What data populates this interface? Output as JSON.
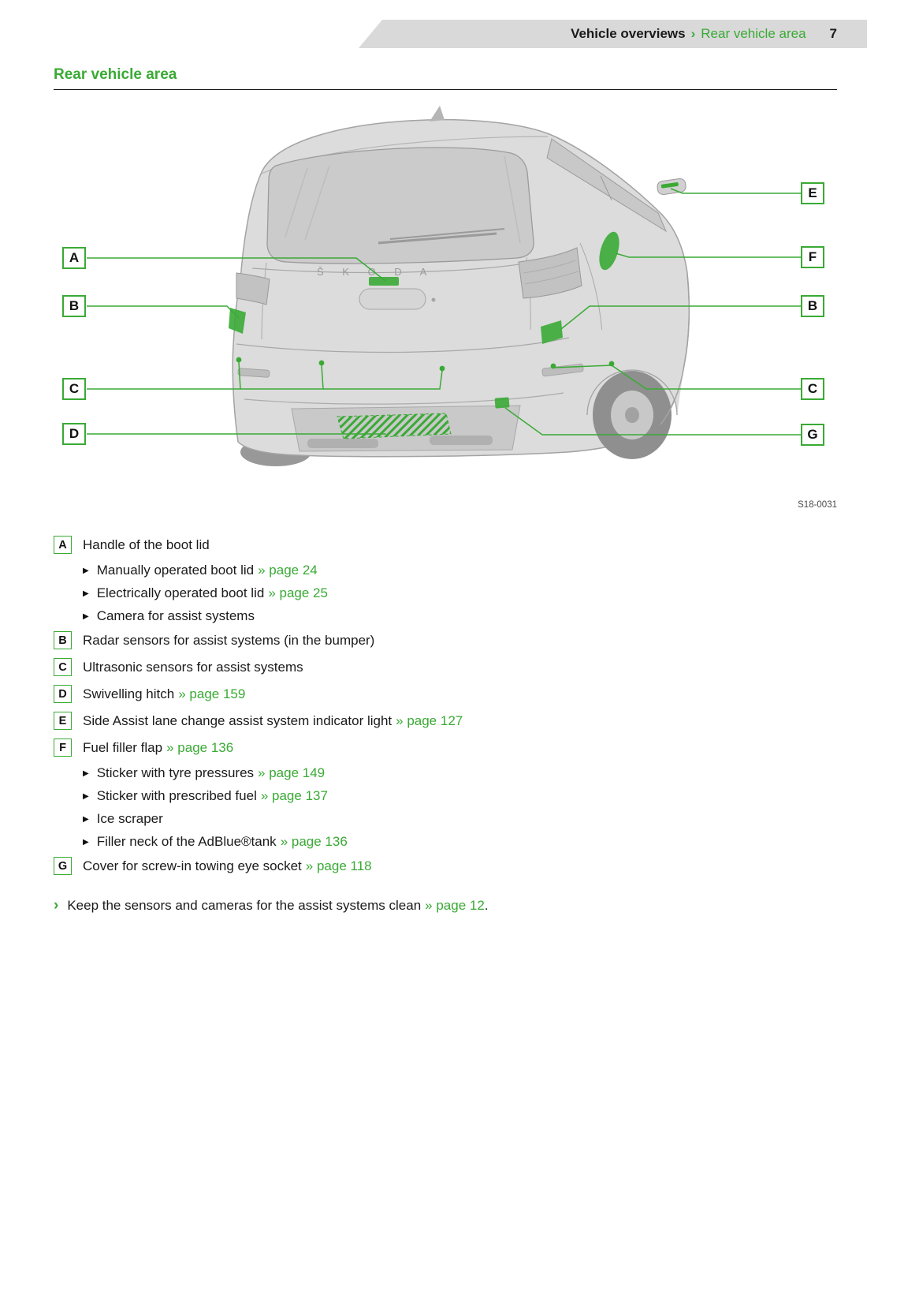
{
  "colors": {
    "accent": "#3aaa35",
    "banner_gray": "#d9d9d9"
  },
  "header": {
    "breadcrumb_bold": "Vehicle overviews",
    "separator": "›",
    "breadcrumb_green": "Rear vehicle area",
    "page_number": "7"
  },
  "title": "Rear vehicle area",
  "figure": {
    "image_code": "S18-0031",
    "brand_lettering": "Š K O D A",
    "callouts": [
      {
        "label": "A"
      },
      {
        "label": "B"
      },
      {
        "label": "C"
      },
      {
        "label": "D"
      },
      {
        "label": "E"
      },
      {
        "label": "F"
      },
      {
        "label": "B"
      },
      {
        "label": "C"
      },
      {
        "label": "G"
      }
    ]
  },
  "icons": {
    "sub_bullet": "▶",
    "note_bullet": "›"
  },
  "legend": {
    "items": [
      {
        "key": "A",
        "text": "Handle of the boot lid",
        "sub": [
          {
            "text": "Manually operated boot lid",
            "link": "» page 24"
          },
          {
            "text": "Electrically operated boot lid",
            "link": "» page 25"
          },
          {
            "text": "Camera for assist systems"
          }
        ]
      },
      {
        "key": "B",
        "text": "Radar sensors for assist systems (in the bumper)"
      },
      {
        "key": "C",
        "text": "Ultrasonic sensors for assist systems"
      },
      {
        "key": "D",
        "text": "Swivelling hitch",
        "link": "» page 159"
      },
      {
        "key": "E",
        "text": "Side Assist lane change assist system indicator light",
        "link": "» page 127"
      },
      {
        "key": "F",
        "text": "Fuel filler flap",
        "link": "» page 136",
        "sub": [
          {
            "text": "Sticker with tyre pressures",
            "link": "» page 149"
          },
          {
            "text": "Sticker with prescribed fuel",
            "link": "» page 137"
          },
          {
            "text": "Ice scraper"
          },
          {
            "text": "Filler neck of the AdBlue®tank",
            "link": "» page 136"
          }
        ]
      },
      {
        "key": "G",
        "text": "Cover for screw-in towing eye socket",
        "link": "» page 118"
      }
    ]
  },
  "note": {
    "text": "Keep the sensors and cameras for the assist systems clean",
    "link": "» page 12",
    "suffix": "."
  }
}
